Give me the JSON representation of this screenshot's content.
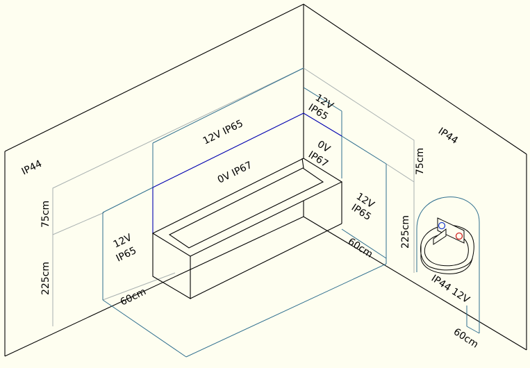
{
  "labels": {
    "ip44_left": "IP44",
    "ip44_right": "IP44",
    "ip65_12v_top": "12V IP65",
    "ip67_0v_bath": "0V IP67",
    "corner_12v_top": "12V",
    "corner_ip65_top": "IP65",
    "corner_0v": "0V",
    "corner_ip67": "IP67",
    "left_12v": "12V",
    "left_ip65": "IP65",
    "right_12v": "12V",
    "right_ip65": "IP65",
    "basin_zone": "IP44 12V"
  },
  "dimensions": {
    "left_75": "75cm",
    "left_225": "225cm",
    "right_75": "75cm",
    "right_225": "225cm",
    "floor_60_left": "60cm",
    "floor_60_right": "60cm",
    "basin_60": "60cm"
  },
  "colors": {
    "background": "#fefef0",
    "wall_line": "#000000",
    "zone_line": "#2e6e8e",
    "zone_line_light": "#9aa6a6",
    "ip67_line": "#0000b0",
    "tap_blue": "#2040d0",
    "tap_red": "#d02020"
  }
}
